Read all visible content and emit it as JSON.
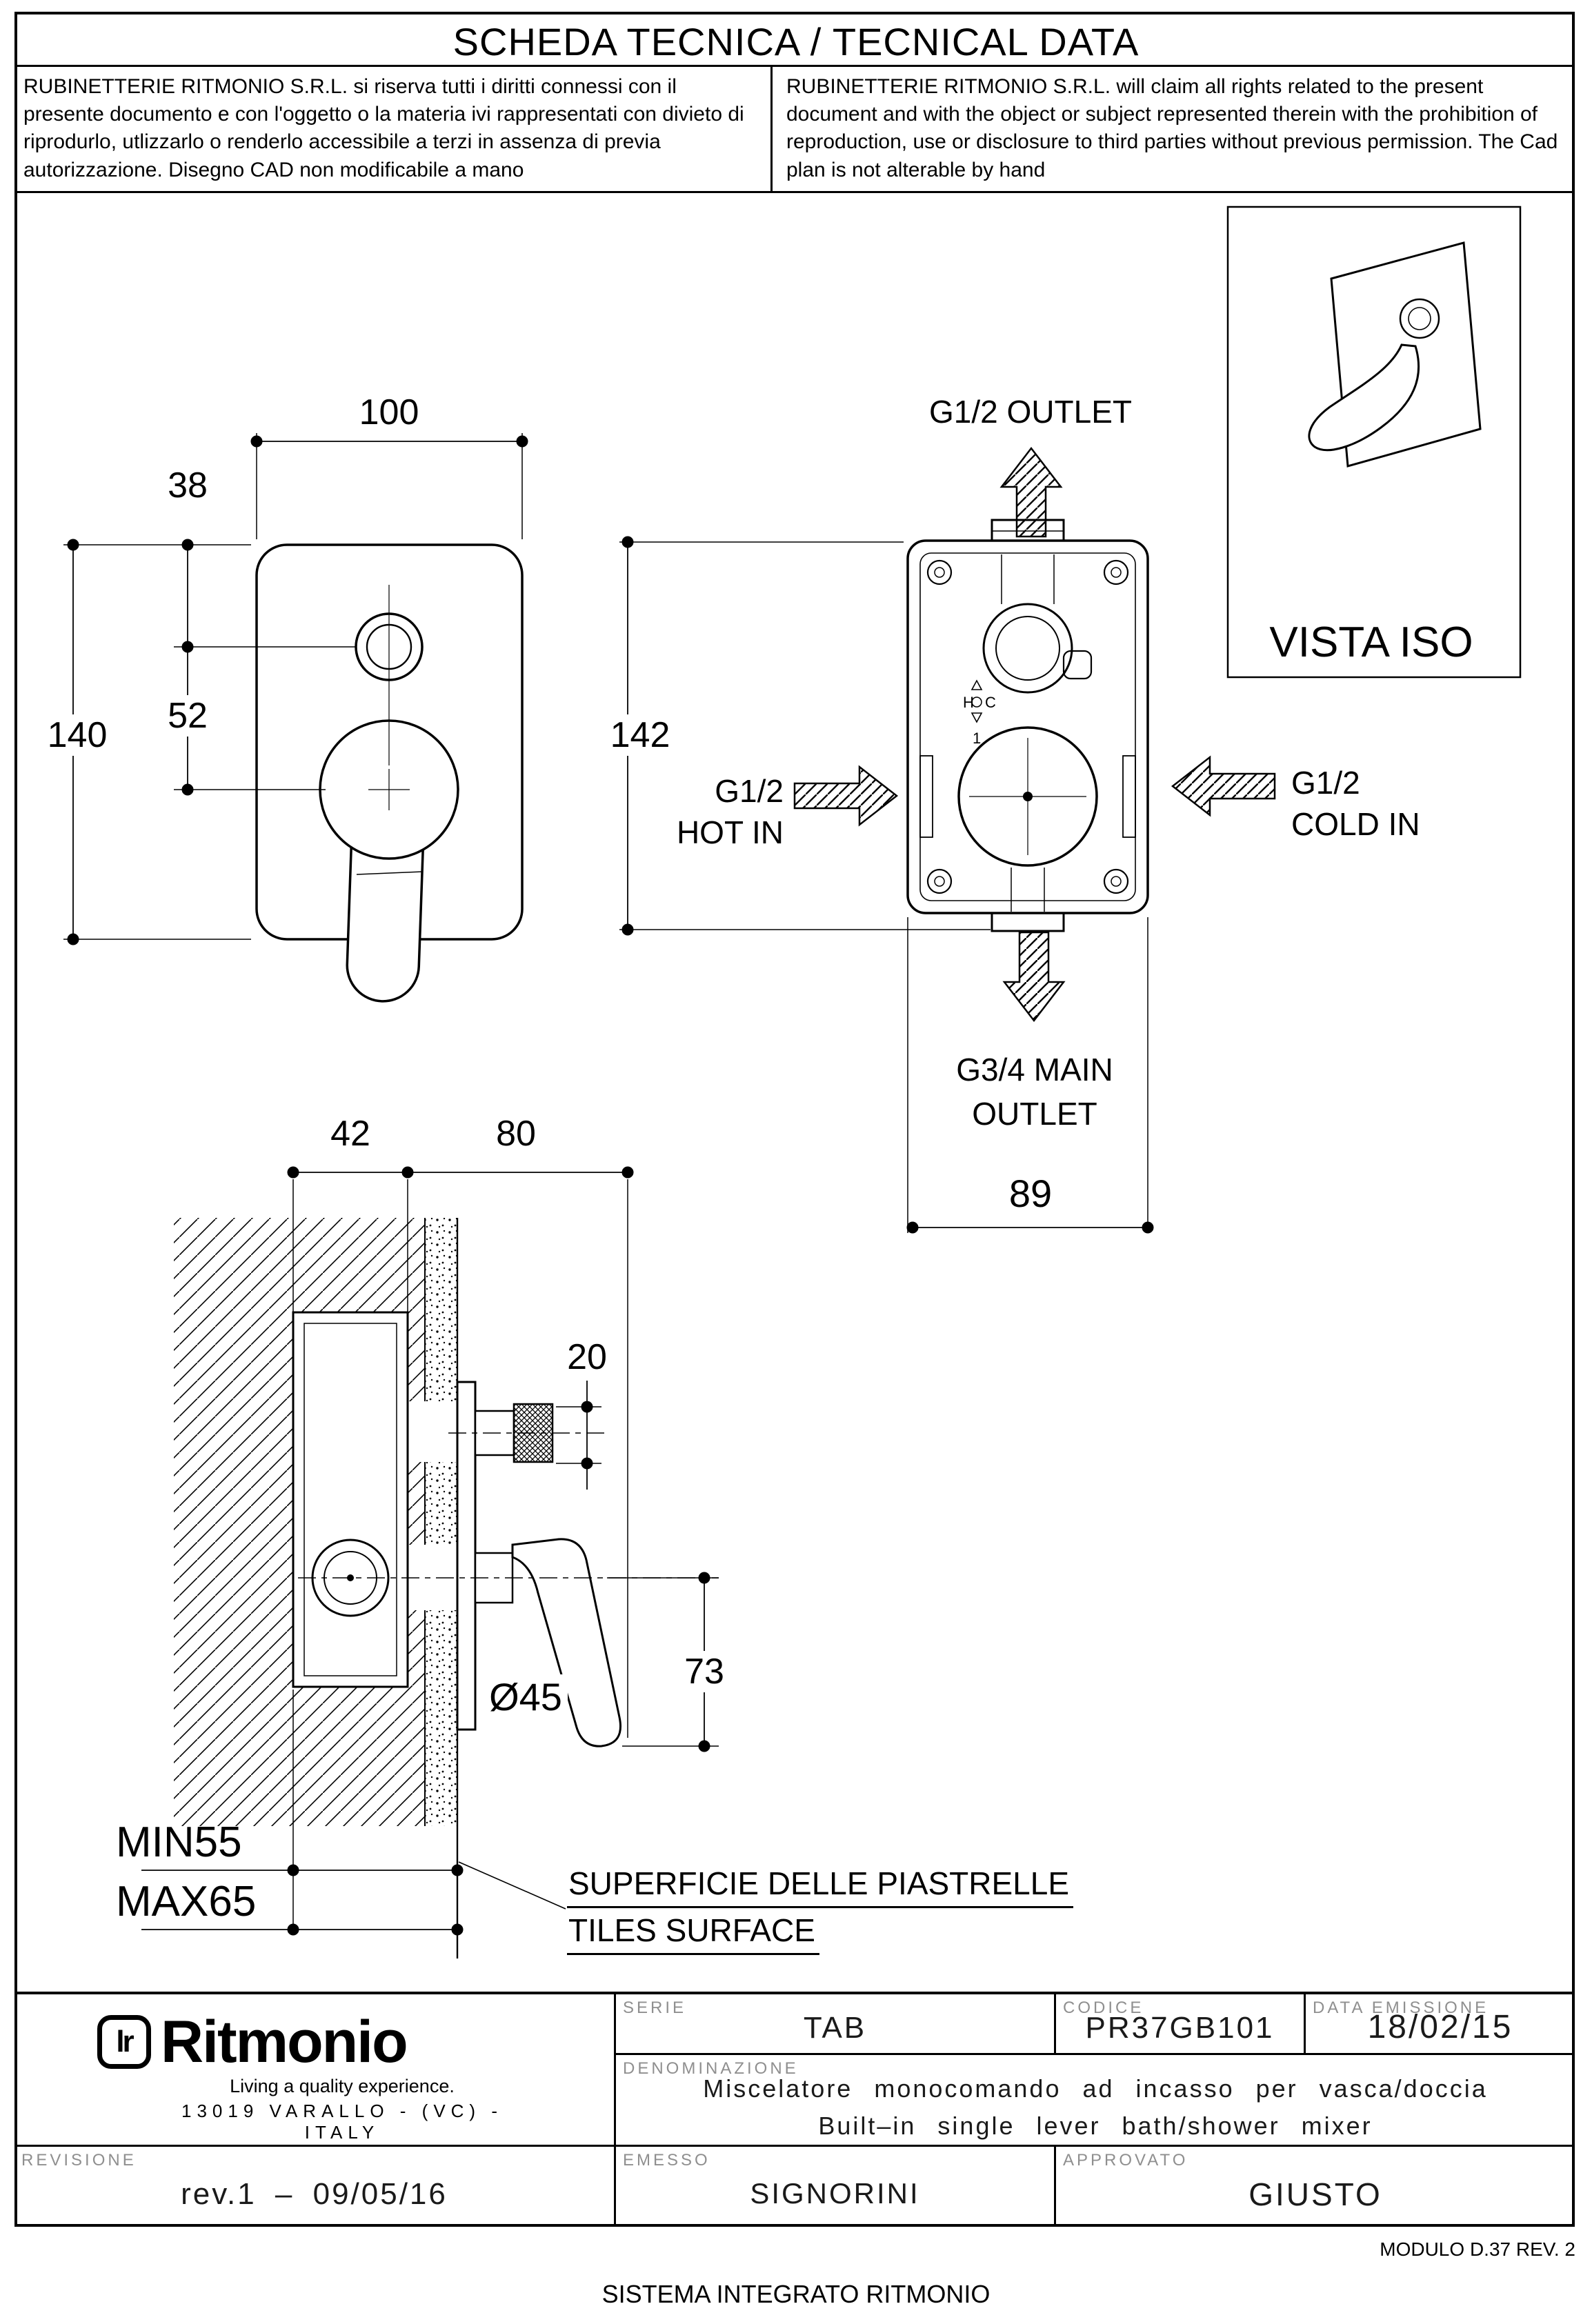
{
  "header": {
    "title": "SCHEDA TECNICA / TECNICAL DATA",
    "disclaimer_it": "RUBINETTERIE RITMONIO S.R.L. si riserva tutti i diritti connessi con il presente documento e con l'oggetto o la materia ivi rappresentati con divieto di riprodurlo, utlizzarlo o renderlo accessibile a terzi in assenza di previa autorizzazione. Disegno CAD non modificabile a mano",
    "disclaimer_en": "RUBINETTERIE RITMONIO S.R.L. will claim all rights related to the present document and with the object or subject represented therein with the prohibition of reproduction, use or disclosure to third parties without previous permission. The Cad plan is not alterable by hand"
  },
  "front_view": {
    "dim_100": "100",
    "dim_38": "38",
    "dim_52": "52",
    "dim_140": "140"
  },
  "box_view": {
    "dim_142": "142",
    "dim_89": "89",
    "outlet_label": "G1/2 OUTLET",
    "hot_line1": "G1/2",
    "hot_line2": "HOT IN",
    "cold_line1": "G1/2",
    "cold_line2": "COLD IN",
    "main_line1": "G3/4 MAIN",
    "main_line2": "OUTLET",
    "marker_h": "H",
    "marker_c": "C",
    "marker_1": "1"
  },
  "iso_view": {
    "label": "VISTA ISO"
  },
  "section_view": {
    "dim_42": "42",
    "dim_80": "80",
    "dim_20": "20",
    "dim_o45": "Ø45",
    "dim_73": "73",
    "min": "MIN55",
    "max": "MAX65",
    "tiles_line1": "SUPERFICIE DELLE PIASTRELLE",
    "tiles_line2": "TILES SURFACE"
  },
  "title_block": {
    "logo_mark": "lr",
    "logo_text": "Ritmonio",
    "logo_tagline": "Living a quality experience.",
    "logo_address": "13019 VARALLO - (VC) - ITALY",
    "serie_label": "SERIE",
    "serie_value": "TAB",
    "codice_label": "CODICE",
    "codice_value": "PR37GB101",
    "data_label": "DATA EMISSIONE",
    "data_value": "18/02/15",
    "denominazione_label": "DENOMINAZIONE",
    "denominazione_line1": "Miscelatore monocomando ad incasso per vasca/doccia",
    "denominazione_line2": "Built–in single lever bath/shower mixer",
    "revisione_label": "REVISIONE",
    "revisione_value": "rev.1 – 09/05/16",
    "emesso_label": "EMESSO",
    "emesso_value": "SIGNORINI",
    "approvato_label": "APPROVATO",
    "approvato_value": "GIUSTO"
  },
  "footer": {
    "modulo": "MODULO D.37 REV. 2",
    "sistema": "SISTEMA INTEGRATO RITMONIO"
  }
}
